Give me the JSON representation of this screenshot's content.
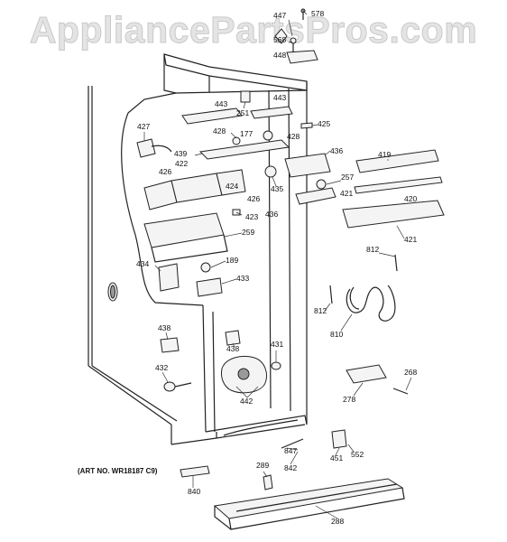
{
  "watermark": "AppliancePartsPros.com",
  "art_number": "(ART NO. WR18187 C9)",
  "callouts": [
    "447",
    "578",
    "568",
    "448",
    "443",
    "251",
    "443",
    "425",
    "427",
    "428",
    "177",
    "428",
    "439",
    "436",
    "419",
    "422",
    "426",
    "424",
    "257",
    "435",
    "426",
    "421",
    "420",
    "436",
    "423",
    "421",
    "259",
    "812",
    "434",
    "189",
    "433",
    "812",
    "810",
    "438",
    "438",
    "431",
    "432",
    "442",
    "268",
    "278",
    "847",
    "451",
    "552",
    "842",
    "289",
    "840",
    "288"
  ]
}
